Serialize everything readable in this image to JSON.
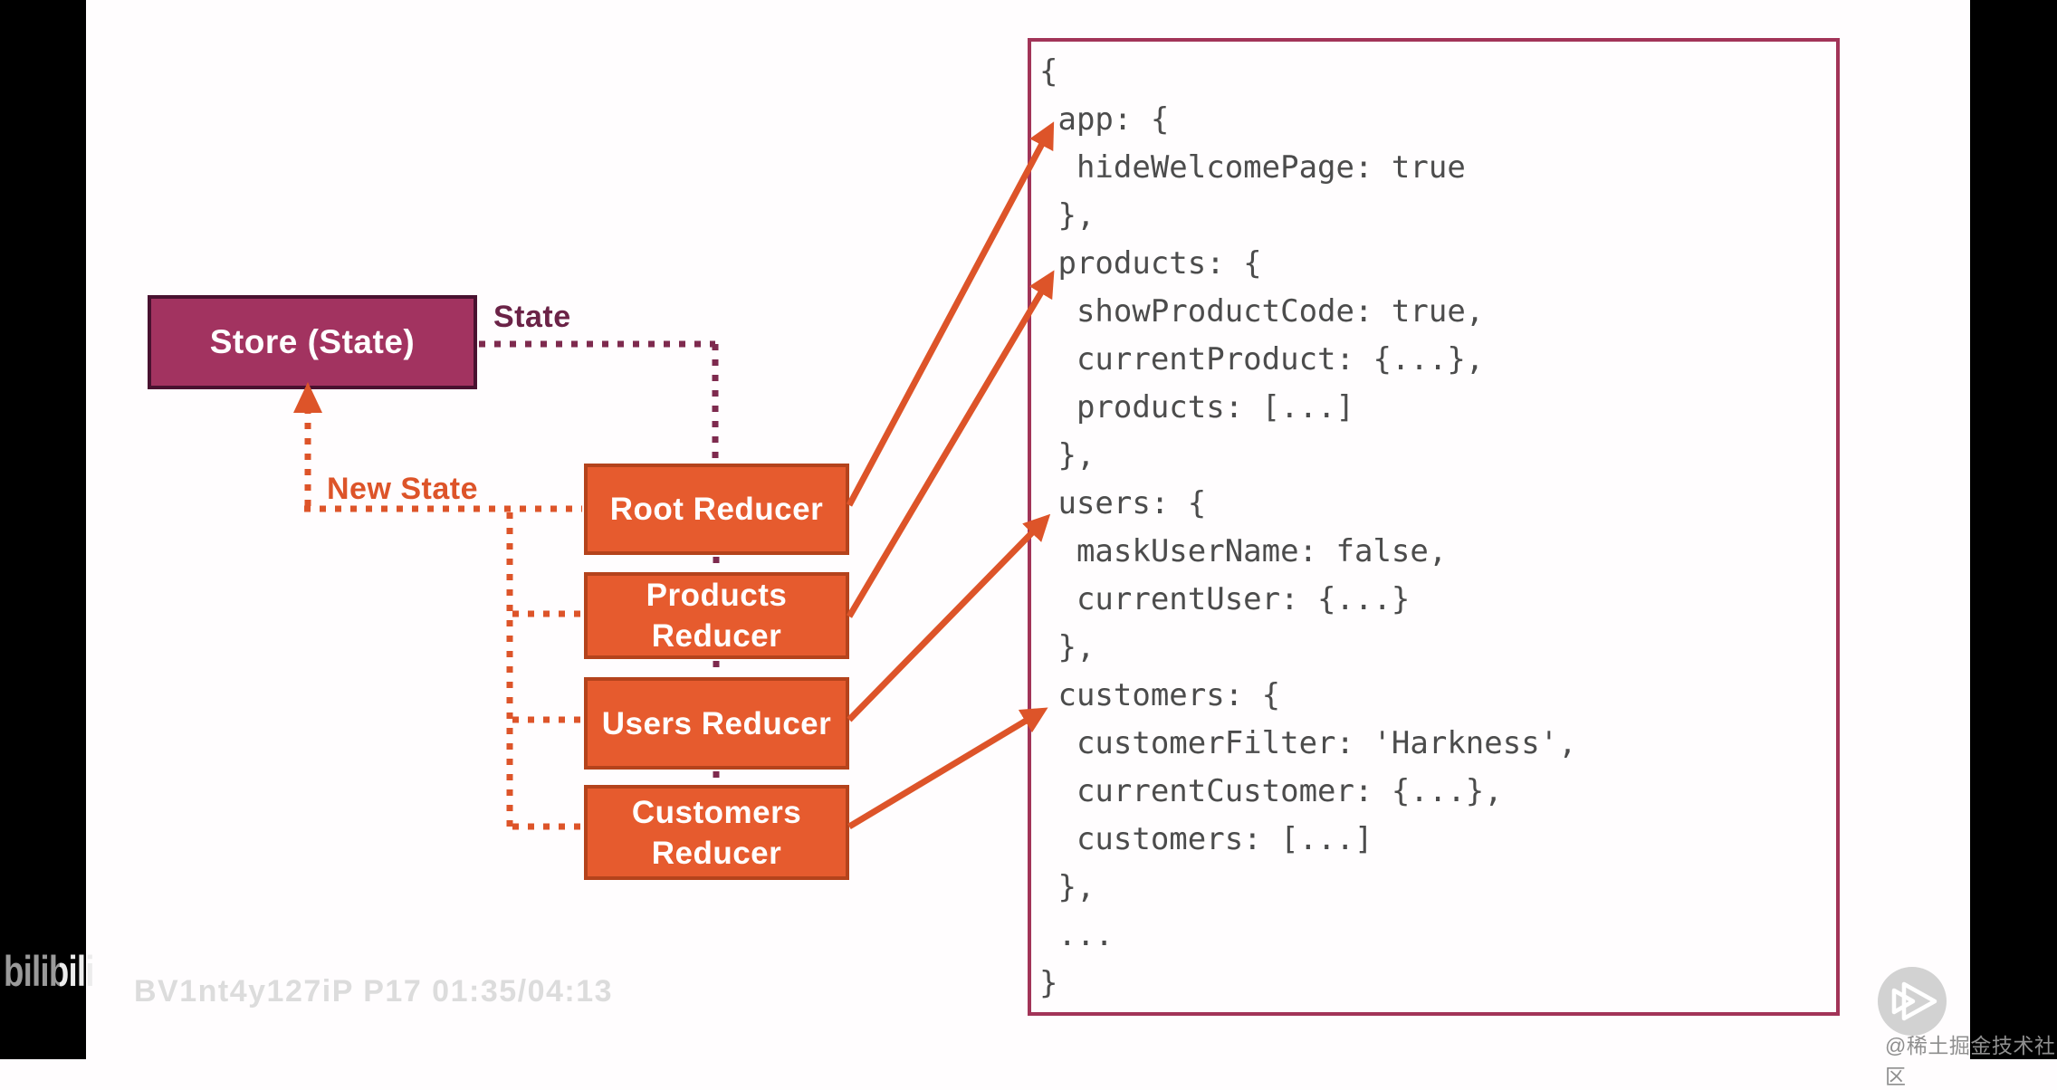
{
  "diagram": {
    "store_label": "Store (State)",
    "state_label": "State",
    "new_state_label": "New State",
    "reducers": [
      {
        "label": "Root Reducer"
      },
      {
        "label": "Products\nReducer"
      },
      {
        "label": "Users Reducer"
      },
      {
        "label": "Customers\nReducer"
      }
    ]
  },
  "code_panel": {
    "lines": [
      "{",
      " app: {",
      "  hideWelcomePage: true",
      " },",
      " products: {",
      "  showProductCode: true,",
      "  currentProduct: {...},",
      "  products: [...]",
      " },",
      " users: {",
      "  maskUserName: false,",
      "  currentUser: {...}",
      " },",
      " customers: {",
      "  customerFilter: 'Harkness',",
      "  currentCustomer: {...},",
      "  customers: [...]",
      " },",
      " ...",
      "}"
    ]
  },
  "watermarks": {
    "bilibili_logo_text": "bilibili",
    "video_info": "BV1nt4y127iP P17 01:35/04:13",
    "community": "@稀土掘金技术社区"
  },
  "icons": {
    "play_button": "pluralsight-play-icon"
  },
  "colors": {
    "background": "#fffdfe",
    "letterbox": "#000000",
    "magenta_box": "#a23360",
    "magenta_border": "#491230",
    "maroon_accent": "#7e2a4e",
    "state_label": "#6b2347",
    "orange_box": "#e65b2e",
    "orange_border": "#b4431c",
    "orange_accent": "#dd5429",
    "code_border": "#a23458",
    "code_text": "#4c4c4c",
    "watermark_gray": "#dcdcdc"
  }
}
